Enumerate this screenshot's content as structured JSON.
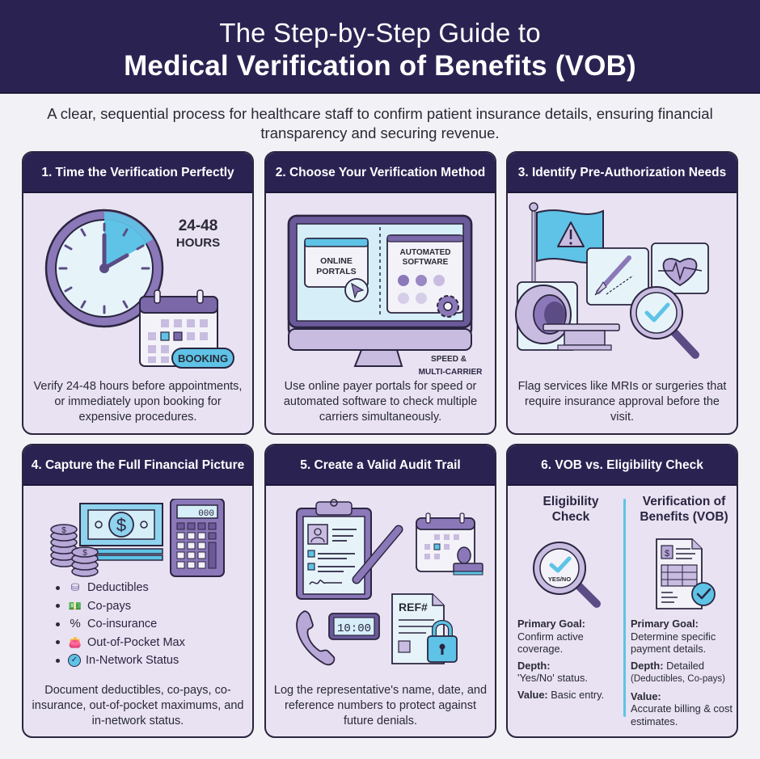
{
  "header": {
    "title_line1": "The Step-by-Step Guide to",
    "title_line2": "Medical Verification of Benefits (VOB)"
  },
  "subtitle": "A clear, sequential process for healthcare staff to confirm patient insurance details, ensuring financial transparency and securing revenue.",
  "colors": {
    "navy": "#2a2352",
    "card_bg": "#e8e2f2",
    "accent_blue": "#5ec3e6",
    "accent_purple": "#7b68a8"
  },
  "steps": [
    {
      "title": "1. Time the Verification Perfectly",
      "badge": "24-48",
      "badge_unit": "HOURS",
      "booking_label": "BOOKING",
      "description": "Verify 24-48 hours before appointments, or immediately upon booking for expensive procedures.",
      "icons": [
        "clock-icon",
        "calendar-icon"
      ]
    },
    {
      "title": "2. Choose Your Verification Method",
      "left_panel": "ONLINE PORTALS",
      "right_panel": "AUTOMATED SOFTWARE",
      "caption_line1": "SPEED &",
      "caption_line2": "MULTI-CARRIER",
      "description": "Use online payer portals for speed or automated software to check multiple carriers simultaneously.",
      "icons": [
        "monitor-icon",
        "cursor-icon",
        "gear-icon"
      ]
    },
    {
      "title": "3. Identify Pre-Authorization Needs",
      "description": "Flag services like MRIs or surgeries that require insurance approval before the visit.",
      "icons": [
        "warning-flag-icon",
        "mri-scanner-icon",
        "scalpel-icon",
        "heart-pulse-icon",
        "magnifier-check-icon"
      ]
    },
    {
      "title": "4. Capture the Full Financial Picture",
      "calculator_display": "000",
      "items": [
        {
          "icon": "coins-icon",
          "glyph": "⛁",
          "label": "Deductibles"
        },
        {
          "icon": "cash-icon",
          "glyph": "💵",
          "label": "Co-pays"
        },
        {
          "icon": "percent-icon",
          "glyph": "%",
          "label": "Co-insurance"
        },
        {
          "icon": "wallet-icon",
          "glyph": "👛",
          "label": "Out-of-Pocket Max"
        },
        {
          "icon": "check-circle-icon",
          "glyph": "✓",
          "label": "In-Network Status"
        }
      ],
      "description": "Document deductibles, co-pays, co-insurance, out-of-pocket maximums, and in-network status."
    },
    {
      "title": "5. Create a Valid Audit Trail",
      "ref_label": "REF#",
      "clock_display": "10:00",
      "description": "Log the representative's name, date, and reference numbers to protect against future denials.",
      "icons": [
        "clipboard-icon",
        "pen-icon",
        "calendar-stamp-icon",
        "phone-icon",
        "digital-clock-icon",
        "document-lock-icon"
      ]
    },
    {
      "title": "6. VOB vs. Eligibility Check",
      "left": {
        "title": "Eligibility Check",
        "badge": "YES/NO",
        "goal_label": "Primary Goal:",
        "goal": "Confirm active coverage.",
        "depth_label": "Depth:",
        "depth": "'Yes/No' status.",
        "value_label": "Value:",
        "value": "Basic entry."
      },
      "right": {
        "title": "Verification of Benefits (VOB)",
        "goal_label": "Primary Goal:",
        "goal": "Determine specific payment details.",
        "depth_label": "Depth:",
        "depth": "Detailed",
        "depth_detail": "(Deductibles, Co-pays)",
        "value_label": "Value:",
        "value": "Accurate billing & cost estimates."
      }
    }
  ]
}
